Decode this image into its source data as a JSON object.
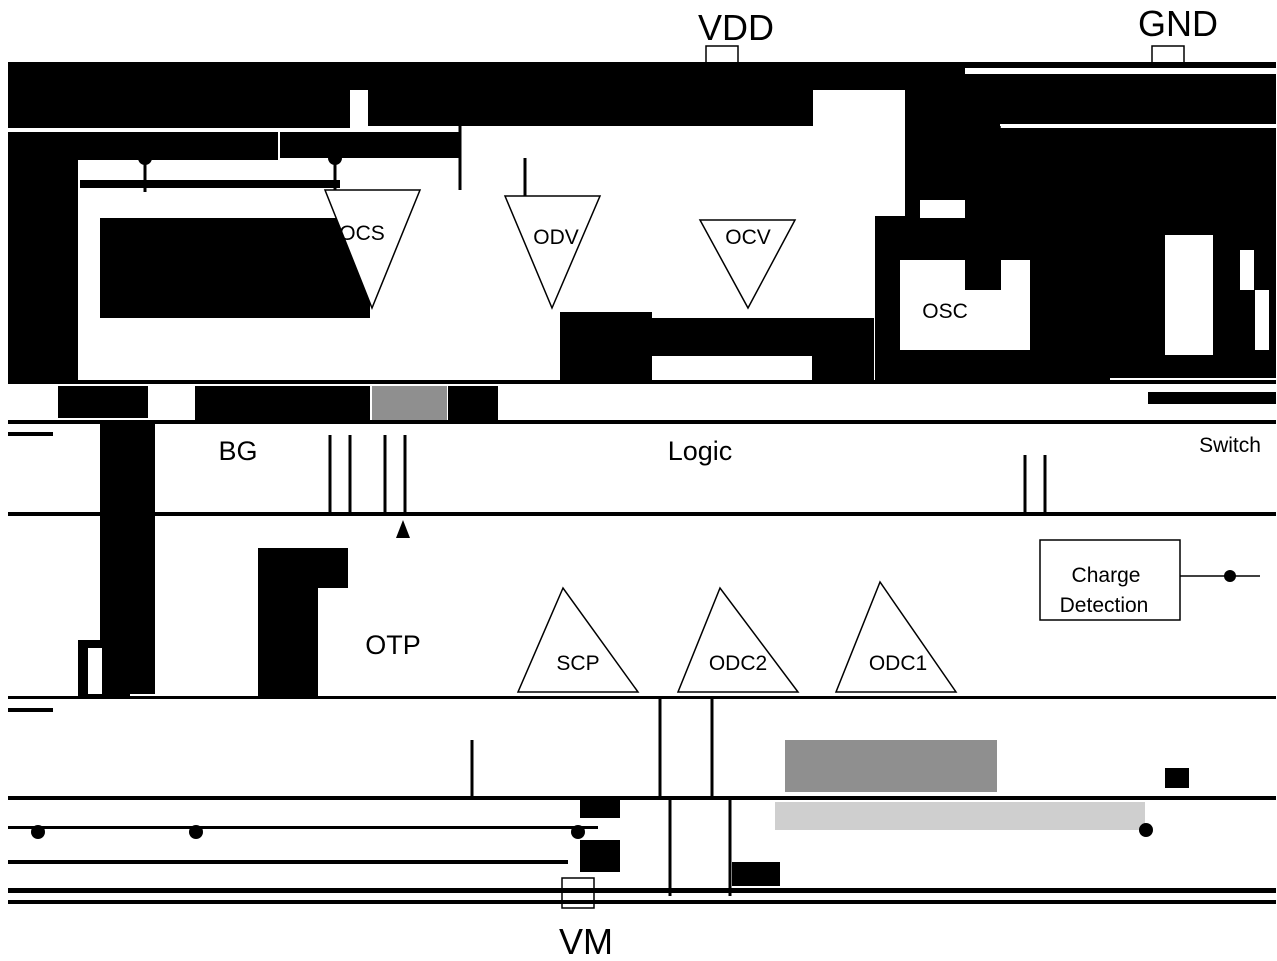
{
  "pins": {
    "vdd": "VDD",
    "gnd": "GND",
    "vm": "VM"
  },
  "blocks": {
    "ocs": "OCS",
    "odv": "ODV",
    "ocv": "OCV",
    "osc": "OSC",
    "bg": "BG",
    "logic": "Logic",
    "switch": "Switch",
    "charge_detection_line1": "Charge",
    "charge_detection_line2": "Detection",
    "otp": "OTP",
    "scp": "SCP",
    "odc2": "ODC2",
    "odc1": "ODC1"
  },
  "colors": {
    "ink": "#000000",
    "background": "#ffffff",
    "grey": "#8f8f8f"
  }
}
